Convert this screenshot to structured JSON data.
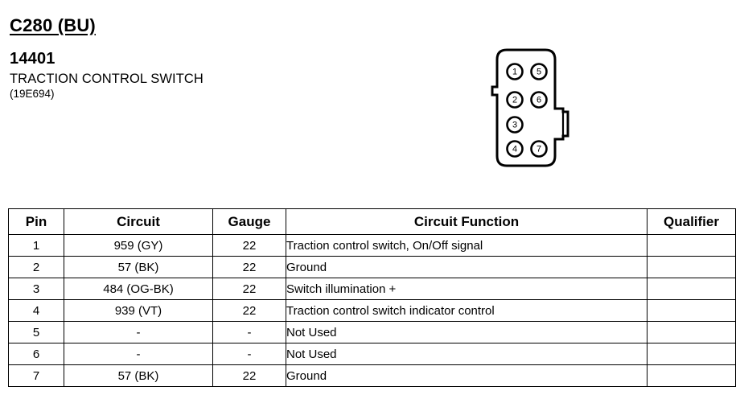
{
  "header": {
    "connector_id": "C280 (BU)",
    "part_number": "14401",
    "component_name": "TRACTION CONTROL SWITCH",
    "component_code": "(19E694)"
  },
  "connector": {
    "name": "traction-control-switch-connector",
    "pin_count": 7,
    "pins": [
      {
        "number": "1",
        "column": "left",
        "row": 1
      },
      {
        "number": "2",
        "column": "left",
        "row": 2
      },
      {
        "number": "3",
        "column": "left",
        "row": 3
      },
      {
        "number": "4",
        "column": "left",
        "row": 4
      },
      {
        "number": "5",
        "column": "right",
        "row": 1
      },
      {
        "number": "6",
        "column": "right",
        "row": 2
      },
      {
        "number": "7",
        "column": "right",
        "row": 4
      }
    ]
  },
  "table": {
    "columns": [
      "Pin",
      "Circuit",
      "Gauge",
      "Circuit Function",
      "Qualifier"
    ],
    "rows": [
      {
        "pin": "1",
        "circuit": "959 (GY)",
        "gauge": "22",
        "function": "Traction control switch, On/Off signal",
        "qualifier": ""
      },
      {
        "pin": "2",
        "circuit": "57 (BK)",
        "gauge": "22",
        "function": "Ground",
        "qualifier": ""
      },
      {
        "pin": "3",
        "circuit": "484 (OG-BK)",
        "gauge": "22",
        "function": "Switch illumination +",
        "qualifier": ""
      },
      {
        "pin": "4",
        "circuit": "939 (VT)",
        "gauge": "22",
        "function": "Traction control switch indicator control",
        "qualifier": ""
      },
      {
        "pin": "5",
        "circuit": "-",
        "gauge": "-",
        "function": "Not Used",
        "qualifier": ""
      },
      {
        "pin": "6",
        "circuit": "-",
        "gauge": "-",
        "function": "Not Used",
        "qualifier": ""
      },
      {
        "pin": "7",
        "circuit": "57 (BK)",
        "gauge": "22",
        "function": "Ground",
        "qualifier": ""
      }
    ]
  },
  "colors": {
    "ink": "#000000",
    "paper": "#ffffff"
  }
}
